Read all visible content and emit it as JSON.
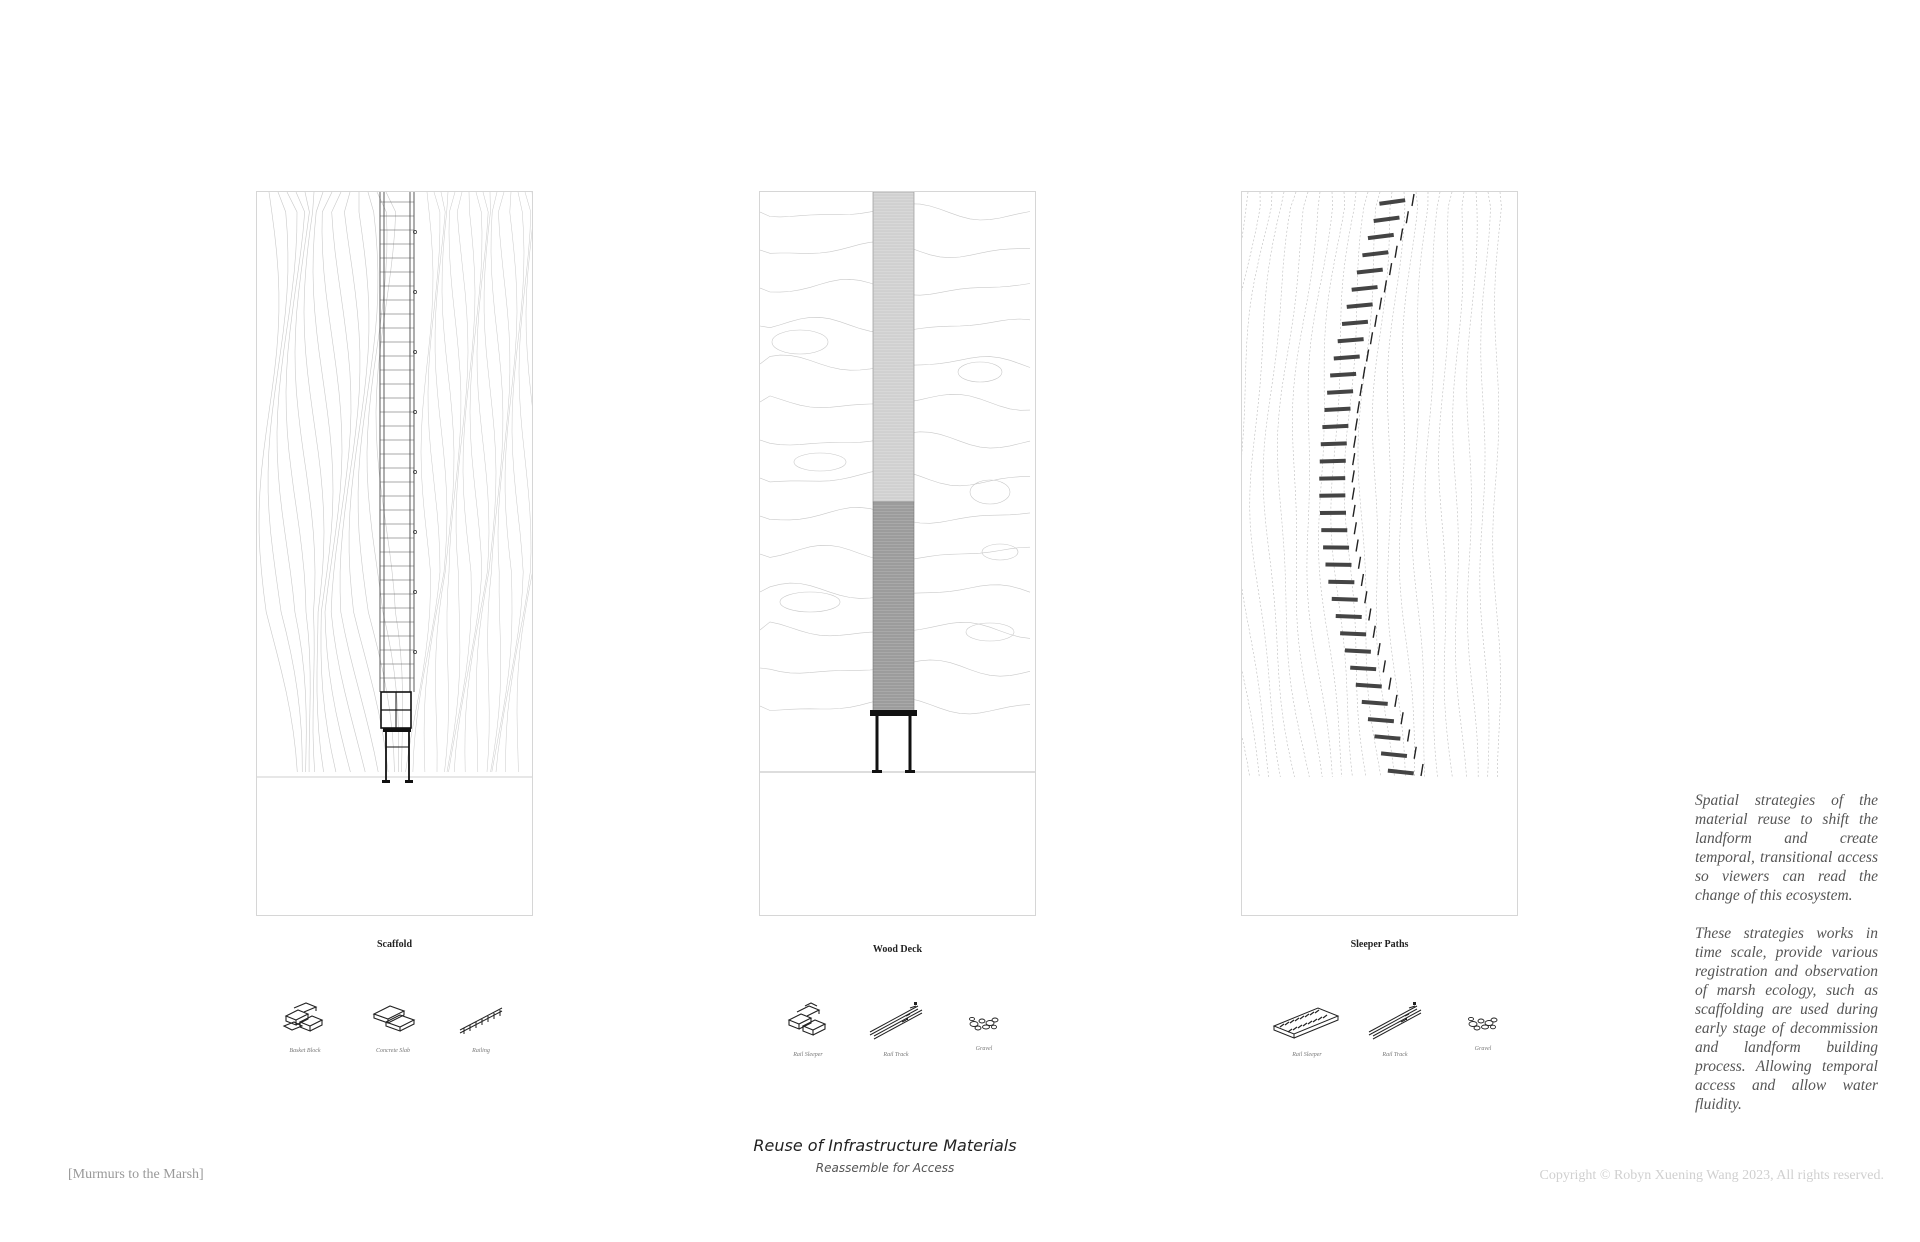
{
  "panels": [
    {
      "title": "Scaffold",
      "description": "",
      "materials": [
        {
          "label": "Basket Block",
          "icon": "basket-block-icon"
        },
        {
          "label": "Concrete Slab",
          "icon": "concrete-slab-icon"
        },
        {
          "label": "Railing",
          "icon": "railing-icon"
        }
      ]
    },
    {
      "title": "Wood Deck",
      "description": "",
      "materials": [
        {
          "label": "Rail Sleeper",
          "icon": "rail-sleeper-stack-icon"
        },
        {
          "label": "Rail Track",
          "icon": "rail-track-icon"
        },
        {
          "label": "Gravel",
          "icon": "gravel-icon"
        }
      ]
    },
    {
      "title": "Sleeper Paths",
      "description": "",
      "materials": [
        {
          "label": "Rail Sleeper",
          "icon": "rail-sleeper-row-icon"
        },
        {
          "label": "Rail Track",
          "icon": "rail-track-icon"
        },
        {
          "label": "Gravel",
          "icon": "gravel-icon"
        }
      ]
    }
  ],
  "side_text": {
    "paragraph1": "Spatial strategies of the material reuse to shift the landform and create temporal, transitional access so viewers can read the change of this ecosystem.",
    "paragraph2": "These strategies works in time scale, provide various registration and observation of marsh ecology, such as scaffolding are used during early stage of decommission and landform building process. Allowing temporal access and allow water fluidity."
  },
  "title": "Reuse of Infrastructure Materials",
  "subtitle": "Reassemble for Access",
  "footer": {
    "project": "[Murmurs to the Marsh]",
    "copyright": "Copyright © Robyn Xuening Wang 2023, All rights reserved."
  },
  "colors": {
    "line": "#111111",
    "contour": "#c9c9c9",
    "border": "#d6d6d6",
    "text": "#555555"
  }
}
